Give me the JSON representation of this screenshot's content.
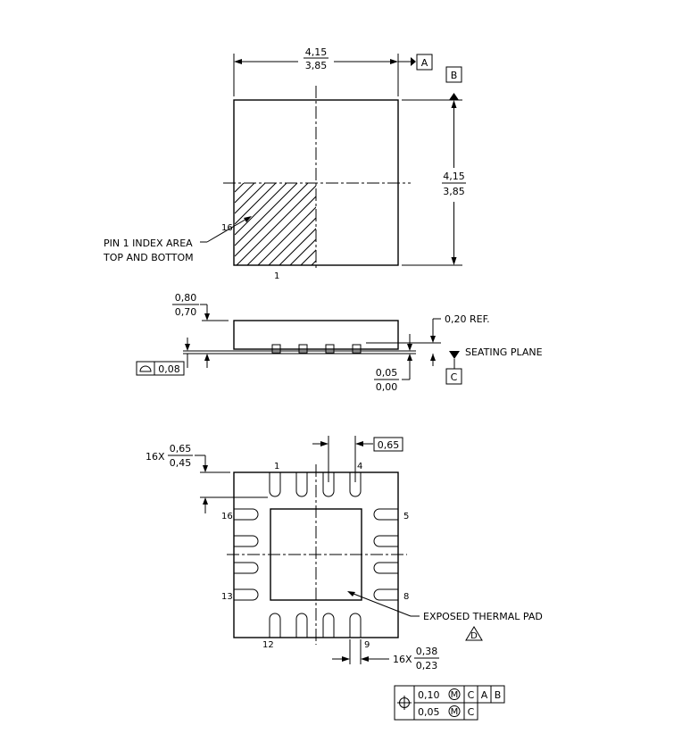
{
  "datum_a": "A",
  "datum_b": "B",
  "datum_c": "C",
  "top_width": {
    "max": "4,15",
    "min": "3,85"
  },
  "top_height": {
    "max": "4,15",
    "min": "3,85"
  },
  "pin1_label_line1": "PIN 1 INDEX AREA",
  "pin1_label_line2": "TOP AND BOTTOM",
  "pin16_top": "16",
  "pin1_top": "1",
  "body_thickness": {
    "max": "0,80",
    "min": "0,70"
  },
  "ref_label": "0,20 REF.",
  "seating_plane": "SEATING PLANE",
  "standoff": {
    "max": "0,05",
    "min": "0,00"
  },
  "coplanarity": "0,08",
  "lead_length": {
    "prefix": "16X",
    "max": "0,65",
    "min": "0,45"
  },
  "pitch": "0,65",
  "lead_width": {
    "prefix": "16X",
    "max": "0,38",
    "min": "0,23"
  },
  "pins": {
    "p1": "1",
    "p4": "4",
    "p5": "5",
    "p8": "8",
    "p9": "9",
    "p12": "12",
    "p13": "13",
    "p16": "16"
  },
  "thermal_pad_label": "EXPOSED THERMAL PAD",
  "note_d": "D",
  "fcf": {
    "row1": {
      "tol": "0,10",
      "modifier": "M",
      "d1": "C",
      "d2": "A",
      "d3": "B"
    },
    "row2": {
      "tol": "0,05",
      "modifier": "M",
      "d1": "C"
    }
  }
}
